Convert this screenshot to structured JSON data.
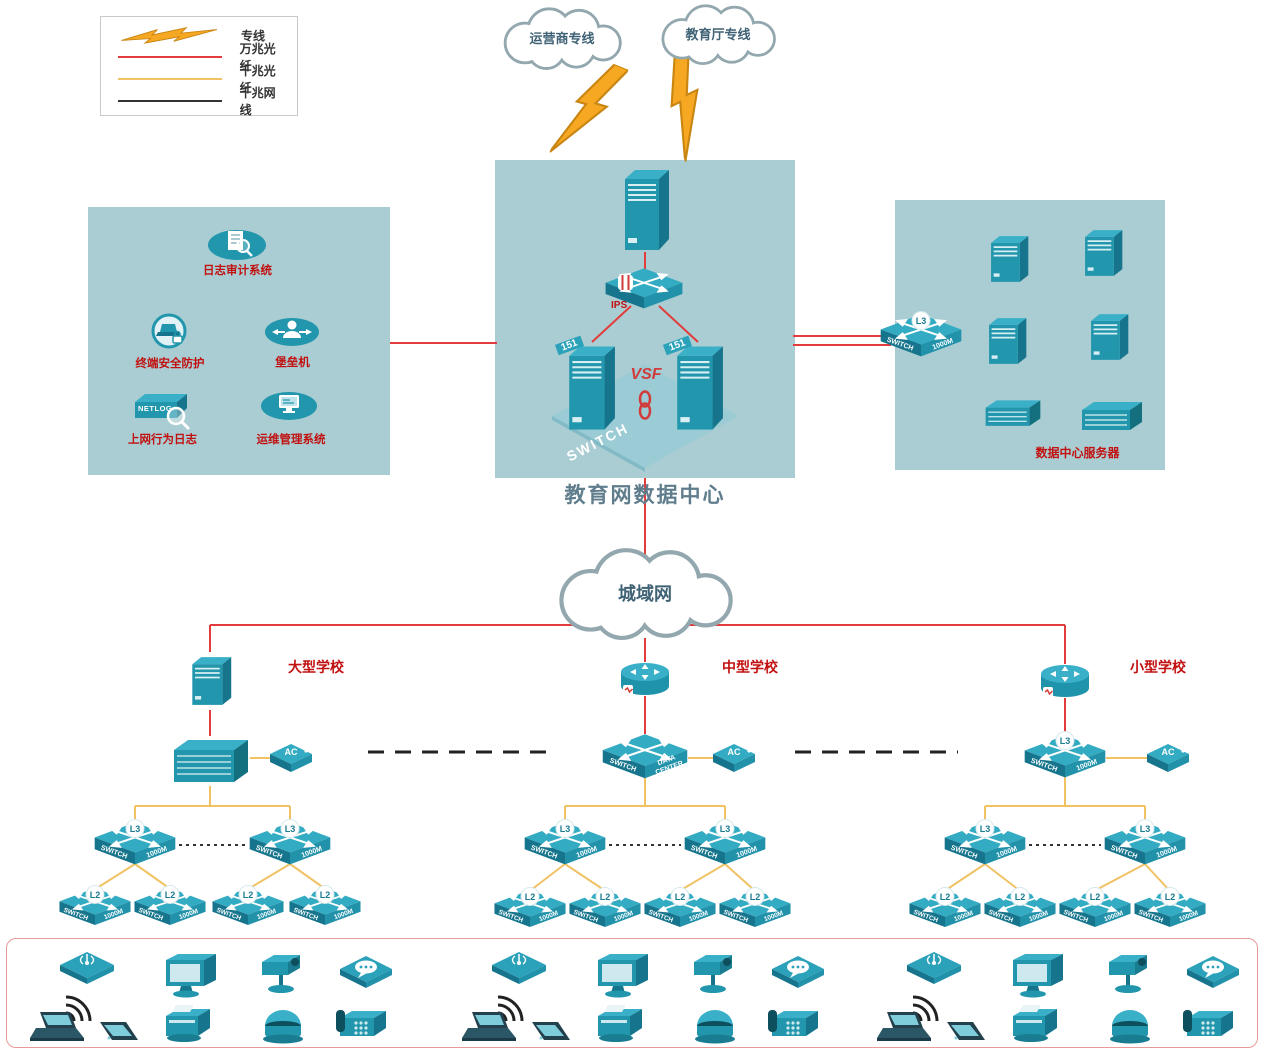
{
  "legend": {
    "items": [
      {
        "label": "专线"
      },
      {
        "label": "万兆光纤",
        "color": "#e23c3c"
      },
      {
        "label": "千兆光纤",
        "color": "#f0c264"
      },
      {
        "label": "千兆网线",
        "color": "#333333"
      }
    ]
  },
  "clouds": {
    "carrier": {
      "label": "运营商专线"
    },
    "edu_bureau": {
      "label": "教育厅专线"
    },
    "man": {
      "label": "城域网"
    }
  },
  "data_center": {
    "title": "教育网数据中心",
    "vsf_label": "VSF",
    "ips_label": "IPS",
    "core_switch_label": "SWITCH",
    "tower_badge": "151"
  },
  "security_zone": {
    "items": [
      {
        "label": "日志审计系统"
      },
      {
        "label": "终端安全防护"
      },
      {
        "label": "堡垒机"
      },
      {
        "label": "上网行为日志",
        "badge": "NETLOG"
      },
      {
        "label": "运维管理系统"
      }
    ]
  },
  "server_zone": {
    "label": "数据中心服务器"
  },
  "schools": [
    {
      "name": "大型学校"
    },
    {
      "name": "中型学校"
    },
    {
      "name": "小型学校"
    }
  ],
  "labels": {
    "switch": "SWITCH",
    "speed": "1000M",
    "l3": "L3",
    "l2": "L2",
    "ac": "AC",
    "data1": "DATA",
    "data2": "CENTER"
  },
  "colors": {
    "zone-bg": "#a9cdd2",
    "line-red": "#e23c3c",
    "line-yellow": "#f0c264",
    "line-black": "#333333",
    "label-red": "#c11111",
    "title-gray": "#5f7d8c",
    "device": "#2196ac",
    "bolt": "#f7a823"
  }
}
